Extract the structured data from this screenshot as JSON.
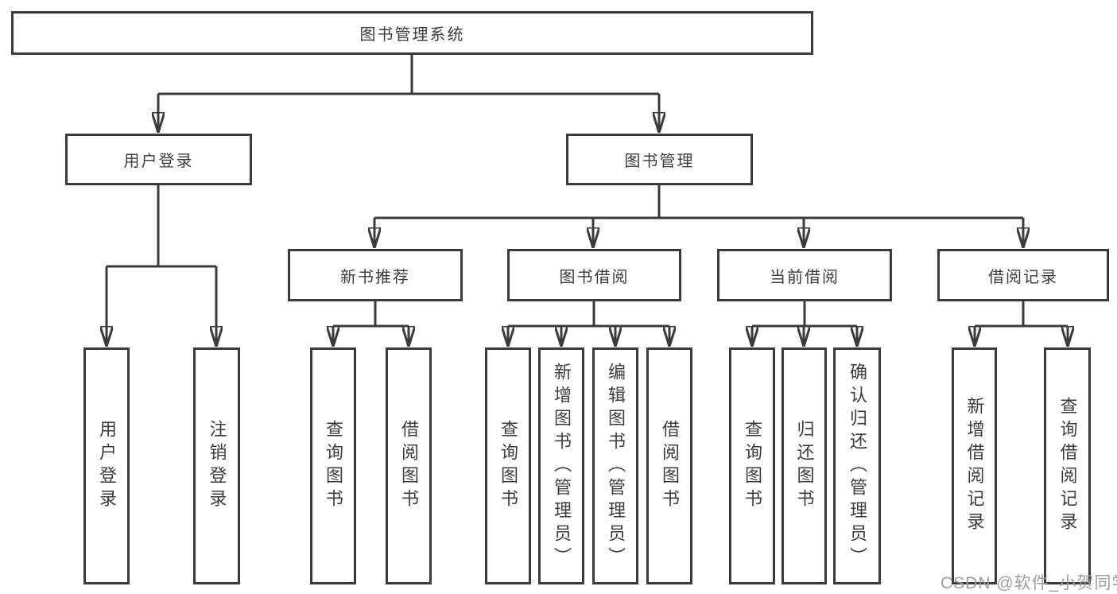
{
  "colors": {
    "line": "#3b3b3b",
    "text": "#3c3c3c",
    "watermark": "#9e9e9e",
    "background": "#ffffff"
  },
  "tree": {
    "label": "图书管理系统",
    "children": [
      {
        "label": "用户登录",
        "children": [
          {
            "label": "用户登录"
          },
          {
            "label": "注销登录"
          }
        ]
      },
      {
        "label": "图书管理",
        "children": [
          {
            "label": "新书推荐",
            "children": [
              {
                "label": "查询图书"
              },
              {
                "label": "借阅图书"
              }
            ]
          },
          {
            "label": "图书借阅",
            "children": [
              {
                "label": "查询图书"
              },
              {
                "label": "新增图书（管理员）"
              },
              {
                "label": "编辑图书（管理员）"
              },
              {
                "label": "借阅图书"
              }
            ]
          },
          {
            "label": "当前借阅",
            "children": [
              {
                "label": "查询图书"
              },
              {
                "label": "归还图书"
              },
              {
                "label": "确认归还（管理员）"
              }
            ]
          },
          {
            "label": "借阅记录",
            "children": [
              {
                "label": "新增借阅记录"
              },
              {
                "label": "查询借阅记录"
              }
            ]
          }
        ]
      }
    ]
  },
  "watermark": {
    "text": "CSDN @软件_小贺同学"
  }
}
